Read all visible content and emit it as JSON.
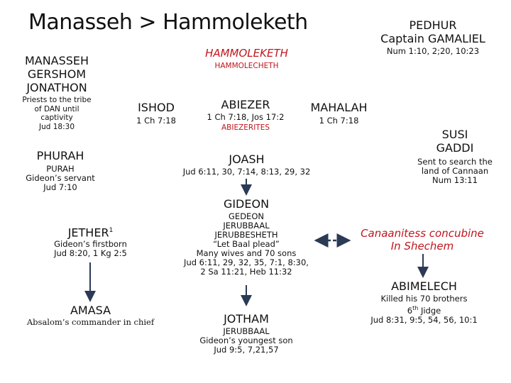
{
  "title": "Manasseh > Hammoleketh",
  "pedhur": {
    "name": "PEDHUR",
    "captain": "Captain GAMALIEL",
    "ref": "Num 1:10, 2;20, 10:23"
  },
  "hammoleketh": {
    "name": "HAMMOLEKETH",
    "alt": "HAMMOLECHETH"
  },
  "manasseh": {
    "line1": "MANASSEH",
    "line2": "GERSHOM",
    "line3": "JONATHON",
    "note1": "Priests to the tribe",
    "note2": "of DAN until",
    "note3": "captivity",
    "ref": "Jud 18:30"
  },
  "ishod": {
    "name": "ISHOD",
    "ref": "1 Ch 7:18"
  },
  "abiezer": {
    "name": "ABIEZER",
    "ref": "1 Ch 7:18, Jos 17:2",
    "sub": "ABIEZERITES"
  },
  "mahalah": {
    "name": "MAHALAH",
    "ref": "1 Ch 7:18"
  },
  "susi": {
    "line1": "SUSI",
    "line2": "GADDI",
    "note1": "Sent to search the",
    "note2": "land of Cannaan",
    "ref": "Num 13:11"
  },
  "phurah": {
    "name": "PHURAH",
    "line1": "PURAH",
    "line2": "Gideon’s servant",
    "ref": "Jud 7:10"
  },
  "joash": {
    "name": "JOASH",
    "ref": "Jud 6:11, 30, 7:14, 8:13, 29, 32"
  },
  "gideon": {
    "name": "GIDEON",
    "l1": "GEDEON",
    "l2": "JERUBBAAL",
    "l3": "JERUBBESHETH",
    "l4": "“Let Baal plead”",
    "l5": "Many wives and 70 sons",
    "l6": "Jud 6:11, 29, 32, 35, 7:1, 8:30,",
    "l7": "2 Sa 11:21, Heb 11:32"
  },
  "jether": {
    "name": "JETHER",
    "sup": "1",
    "line1": "Gideon’s firstborn",
    "ref": "Jud 8:20, 1 Kg 2:5"
  },
  "concubine": {
    "line1": "Canaanitess concubine",
    "line2": "In Shechem"
  },
  "abimelech": {
    "name": "ABIMELECH",
    "l1": "Killed his 70 brothers",
    "l2a": "6",
    "l2sup": "th",
    "l2b": " Jidge",
    "ref": "Jud 8:31, 9:5, 54, 56, 10:1"
  },
  "amasa": {
    "name": "AMASA",
    "line1": "Absalom’s commander in chief"
  },
  "jotham": {
    "name": "JOTHAM",
    "l1": "JERUBBAAL",
    "l2": "Gideon’s youngest son",
    "ref": "Jud 9:5, 7,21,57"
  },
  "colors": {
    "accent_red": "#c0161c",
    "connector": "#2b3a55"
  }
}
